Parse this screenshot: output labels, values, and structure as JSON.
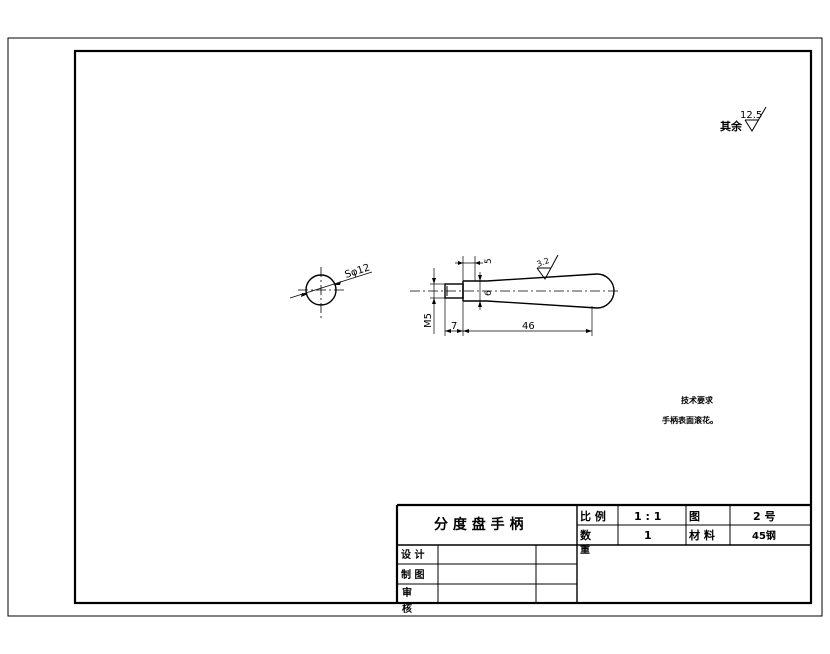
{
  "roughness": {
    "remaining_label": "其余",
    "remaining_value": "12.5",
    "local_value": "3.2"
  },
  "dimensions": {
    "sphere": "Sφ12",
    "thread": "M5",
    "len_7": "7",
    "len_46": "46",
    "dia_6": "6",
    "r_top": "5"
  },
  "notes": {
    "heading": "技术要求",
    "line1": "手柄表面滚花。"
  },
  "title_block": {
    "part_name": "分 度 盘 手 柄",
    "scale_label": "比 例",
    "scale_value": "1 : 1",
    "drawing_label": "图",
    "drawing_no": "2 号",
    "qty_label": "数",
    "qty_value": "1",
    "material_label": "材 料",
    "material_value": "45钢",
    "weight_label": "重",
    "design_label": "设 计",
    "draw_label": "制 图",
    "review_label": "审",
    "review_label2": "核"
  }
}
